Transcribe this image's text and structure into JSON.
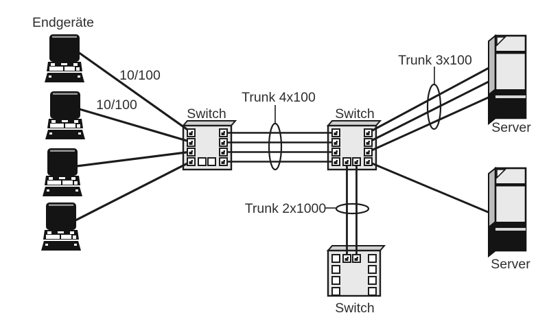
{
  "diagram": {
    "type": "network-topology",
    "labels": {
      "end_devices": "Endgeräte",
      "link_speed_1": "10/100",
      "link_speed_2": "10/100",
      "switch_1": "Switch",
      "switch_2": "Switch",
      "switch_3": "Switch",
      "trunk_backbone": "Trunk 4x100",
      "trunk_servers": "Trunk 3x100",
      "trunk_downlink": "Trunk 2x1000",
      "server_1": "Server",
      "server_2": "Server"
    },
    "nodes": {
      "end_devices_count": 4,
      "switch_count": 3,
      "server_count": 2
    },
    "links": {
      "access_links": [
        "10/100",
        "10/100"
      ],
      "trunks": [
        "Trunk 4x100",
        "Trunk 3x100",
        "Trunk 2x1000"
      ]
    },
    "colors": {
      "background": "#ffffff",
      "line": "#1c1c1c",
      "node_fill": "#e9e9e9",
      "node_dark": "#141414",
      "text": "#2e2e2e"
    }
  }
}
